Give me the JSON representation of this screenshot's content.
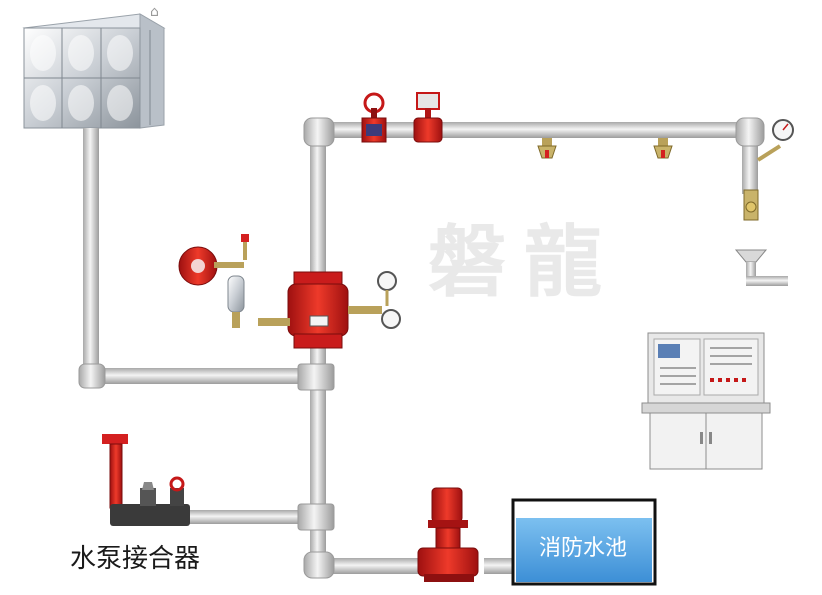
{
  "labels": {
    "pump_adapter": "水泵接合器",
    "fire_pool": "消防水池",
    "watermark": "磐龍"
  },
  "icons": {
    "corner": "home-icon"
  },
  "colors": {
    "pipe": "#d9d9d9",
    "pipe_edge": "#a9a9a9",
    "valve_red": "#d41f1f",
    "pool_water": "#5aa8e6",
    "cabinet": "#eeeeee"
  }
}
